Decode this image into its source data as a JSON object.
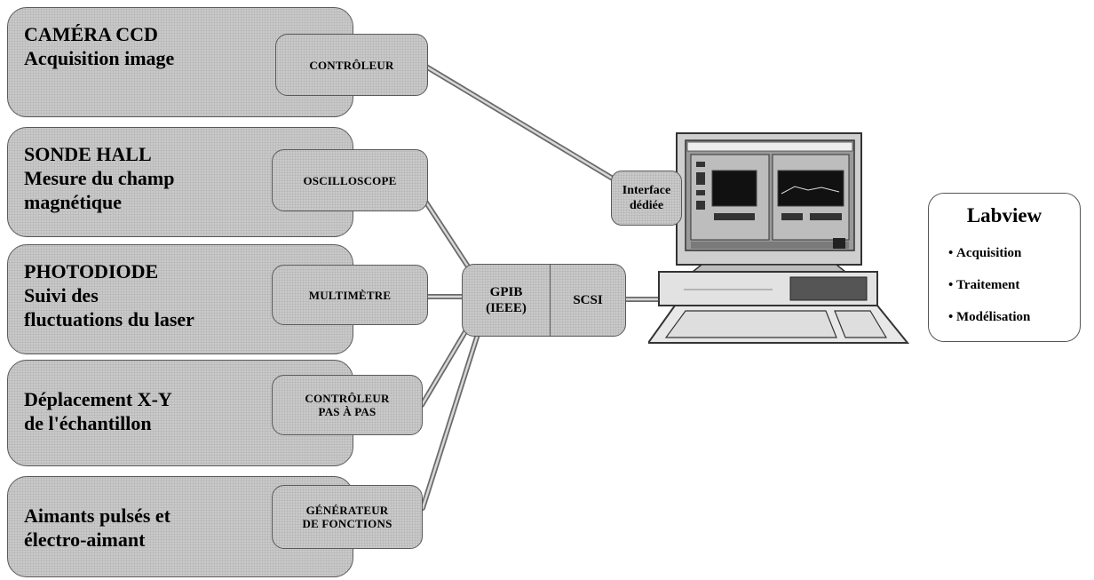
{
  "devices": [
    {
      "title": "CAMÉRA CCD\nAcquisition image",
      "controller": "CONTRÔLEUR"
    },
    {
      "title": "SONDE HALL\nMesure du champ\nmagnétique",
      "controller": "OSCILLOSCOPE"
    },
    {
      "title": "PHOTODIODE\nSuivi des\nfluctuations du laser",
      "controller": "MULTIMÈTRE"
    },
    {
      "title": "Déplacement X-Y\nde l'échantillon",
      "controller": "CONTRÔLEUR\nPAS À PAS"
    },
    {
      "title": "Aimants pulsés et\nélectro-aimant",
      "controller": "GÉNÉRATEUR\nDE FONCTIONS"
    }
  ],
  "bus": {
    "gpib": "GPIB\n(IEEE)",
    "scsi": "SCSI"
  },
  "interface": "Interface\ndédiée",
  "labview": {
    "title": "Labview",
    "items": [
      "Acquisition",
      "Traitement",
      "Modélisation"
    ]
  },
  "colors": {
    "box_fill": "#c9c9c9",
    "border": "#5a5a5a",
    "wire": "#8a8a8a"
  },
  "icons": {
    "computer": "computer-icon"
  }
}
